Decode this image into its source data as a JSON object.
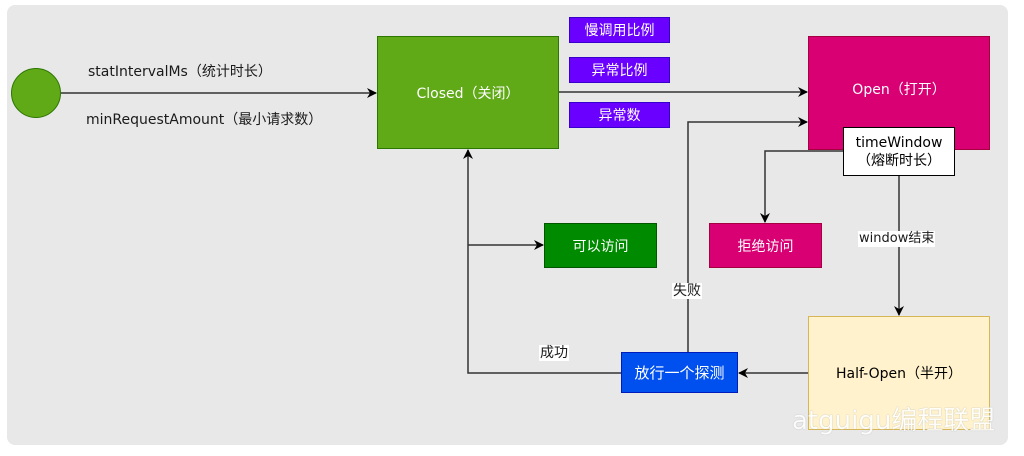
{
  "diagram": {
    "start": {
      "name": "start-node"
    },
    "edge_labels": {
      "stat_interval": "statIntervalMs（统计时长）",
      "min_request": "minRequestAmount（最小请求数）",
      "window_end": "window结束",
      "fail": "失败",
      "success": "成功"
    },
    "states": {
      "closed": "Closed（关闭）",
      "open": "Open（打开）",
      "half_open": "Half-Open（半开）"
    },
    "triggers": [
      "慢调用比例",
      "异常比例",
      "异常数"
    ],
    "actions": {
      "allow": "可以访问",
      "reject": "拒绝访问",
      "probe": "放行一个探测"
    },
    "time_window": {
      "line1": "timeWindow",
      "line2": "（熔断时长）"
    },
    "colors": {
      "closed": "#60a917",
      "open": "#d80073",
      "half_open": "#fff2cc",
      "trigger": "#6a00ff",
      "allow": "#008a00",
      "reject": "#d80073",
      "probe": "#0050ef"
    }
  },
  "watermark": "atguigu编程联盟"
}
